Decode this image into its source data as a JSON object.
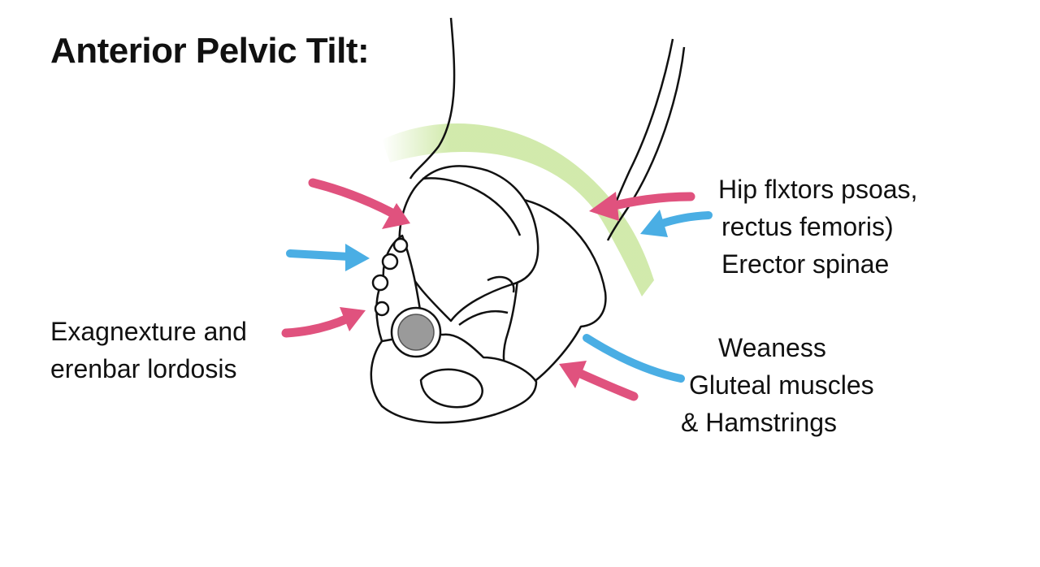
{
  "title": "Anterior Pelvic Tilt:",
  "labels": {
    "left": [
      "Exagnexture and",
      "erenbar lordosis"
    ],
    "right_top": [
      "Hip flxtors psoas,",
      "rectus femoris)",
      "Erector spinae"
    ],
    "right_bottom": [
      "Weaness",
      "Gluteal muscles",
      "& Hamstrings"
    ]
  },
  "colors": {
    "tight_arrow": "#e0527e",
    "weak_arrow": "#4aaee4",
    "band": "#cfe9a8",
    "joint": "#9a9a9a",
    "outline": "#111111"
  }
}
